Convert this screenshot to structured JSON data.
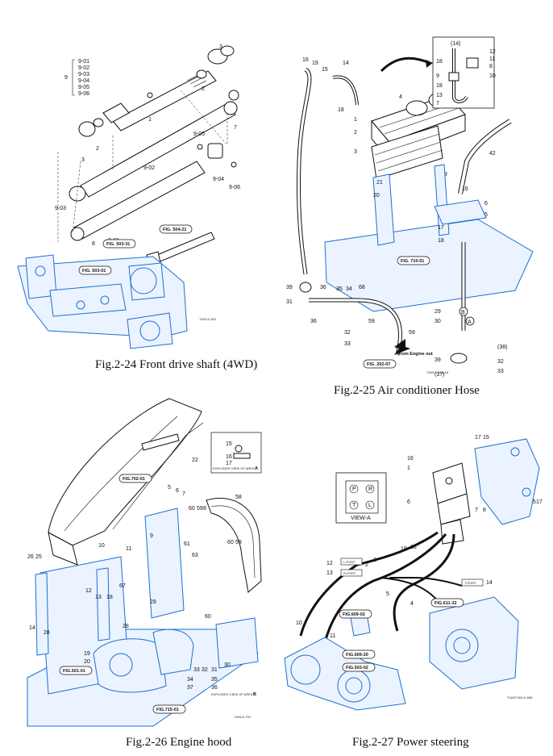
{
  "figures": [
    {
      "id": "fig-2-24",
      "caption": "Fig.2-24 Front drive shaft (4WD)",
      "code": "T403-K-502",
      "part_labels": [
        "9-01",
        "9-02",
        "9-03",
        "9-04",
        "9-05",
        "9-06",
        "9",
        "1",
        "2",
        "3",
        "7",
        "8",
        "9-05",
        "9-04",
        "9-06",
        "9-02",
        "9-03",
        "9-01",
        "2",
        "3"
      ],
      "refs": [
        "FIG. 504-21",
        "FIG. 503-31",
        "FIG. 503-01"
      ]
    },
    {
      "id": "fig-2-25",
      "caption": "Fig.2-25 Air conditioner Hose",
      "code": "T403-K-715-1A",
      "part_labels": [
        "16",
        "19",
        "15",
        "14",
        "18",
        "4",
        "1",
        "2",
        "3",
        "21",
        "20",
        "19",
        "16",
        "42",
        "6",
        "5",
        "17",
        "18",
        "(14)",
        "12",
        "11",
        "8",
        "10",
        "18",
        "9",
        "18",
        "13",
        "7",
        "39",
        "36",
        "31",
        "34",
        "35",
        "36",
        "68",
        "32",
        "33",
        "59",
        "59",
        "29",
        "30",
        "(38)",
        "39",
        "32",
        "33",
        "(37)",
        "B",
        "A"
      ],
      "refs": [
        "FIG. 710-01",
        "FIG. 202-07"
      ],
      "notes": [
        "From Engine out"
      ]
    },
    {
      "id": "fig-2-26",
      "caption": "Fig.2-26 Engine hood",
      "code": "T403-K-701",
      "part_labels": [
        "22",
        "15",
        "16",
        "17",
        "5",
        "6",
        "7",
        "60",
        "59",
        "8",
        "58",
        "10",
        "11",
        "9",
        "61",
        "63",
        "60",
        "59",
        "26",
        "25",
        "12",
        "13",
        "18",
        "67",
        "28",
        "29",
        "14",
        "28",
        "19",
        "20",
        "60",
        "33",
        "32",
        "31",
        "30",
        "34",
        "37",
        "35",
        "36"
      ],
      "refs": [
        "FIG.702-01",
        "FIG.501-01",
        "FIG.715-01"
      ],
      "notes": [
        "EXPLODED VIEW OF AREA",
        "EXPLODED VIEW OF AREA"
      ],
      "area_letters": [
        "A",
        "B"
      ]
    },
    {
      "id": "fig-2-27",
      "caption": "Fig.2-27 Power steering",
      "code": "T423/T403-K-908",
      "part_labels": [
        "16",
        "1",
        "17",
        "15",
        "6",
        "7",
        "8",
        "15",
        "17",
        "19",
        "18",
        "12",
        "13",
        "3",
        "2",
        "5",
        "14",
        "4",
        "10",
        "11"
      ],
      "refs": [
        "FIG.609-02",
        "FIG.609-20",
        "FIG.503-02",
        "FIG.611-32"
      ],
      "ports": [
        "L-PORT",
        "R-PORT",
        "T-PORT"
      ],
      "view_label": "VIEW-A",
      "view_letters": [
        "P",
        "R",
        "T",
        "L"
      ]
    }
  ]
}
